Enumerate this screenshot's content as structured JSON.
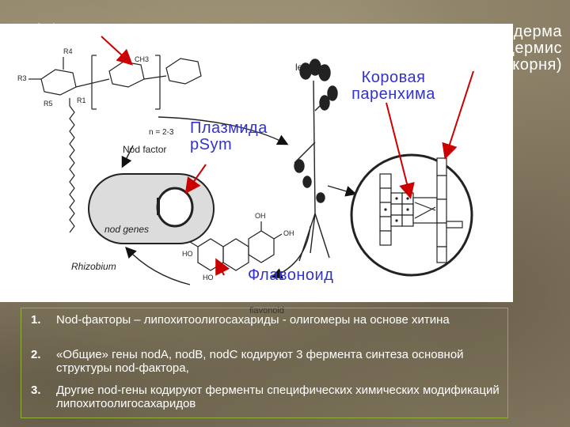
{
  "labels": {
    "nod_factor_title": "Nod-фактор",
    "rhizoderm": "Ризодерма (эпидермис корня)",
    "cortex": "Коровая паренхима",
    "plasmid": "Плазмида pSym",
    "flavonoid": "Флавоноид"
  },
  "figure": {
    "legume": "legume",
    "nod_factor": "Nod factor",
    "nod_genes": "nod genes",
    "rhizobium": "Rhizobium",
    "flavonoid": "flavonoid",
    "n_range": "n = 2-3",
    "chem": {
      "r4": "R4",
      "r3": "R3",
      "r5": "R5",
      "r1": "R1",
      "ch3": "CH3",
      "ho_left": "HO",
      "ho_bottom": "HO",
      "oh_top": "OH",
      "oh_right": "OH"
    }
  },
  "notes": [
    {
      "num": "1.",
      "text": "Nod-факторы – липохитоолигосахариды - олигомеры на основе хитина"
    },
    {
      "num": "2.",
      "text": "«Общие» гены nodA, nodB, nodC кодируют 3 фермента синтеза основной структуры nod-фактора,"
    },
    {
      "num": "3.",
      "text": "Другие nod-гены кодируют ферменты специфических химических модификаций липохитоолигосахаридов"
    }
  ],
  "colors": {
    "label_white": "#ffffff",
    "label_blue": "#3333cc",
    "arrow_red": "#cc0000",
    "notes_border": "#8fb03a"
  }
}
